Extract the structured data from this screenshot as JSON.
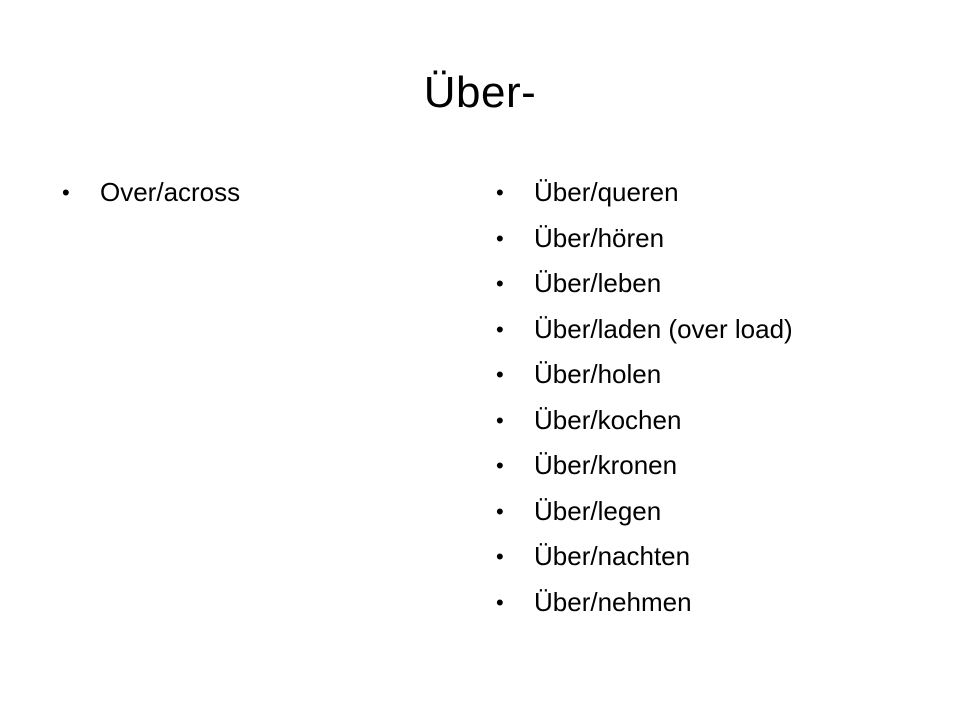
{
  "slide": {
    "title": "Über-",
    "bullet_icon": "•",
    "left_items": [
      {
        "label": "Over/across"
      }
    ],
    "right_items": [
      {
        "label": "Über/queren"
      },
      {
        "label": "Über/hören"
      },
      {
        "label": "Über/leben"
      },
      {
        "label": "Über/laden (over load)"
      },
      {
        "label": "Über/holen"
      },
      {
        "label": "Über/kochen"
      },
      {
        "label": "Über/kronen"
      },
      {
        "label": "Über/legen"
      },
      {
        "label": "Über/nachten"
      },
      {
        "label": "Über/nehmen"
      }
    ]
  }
}
